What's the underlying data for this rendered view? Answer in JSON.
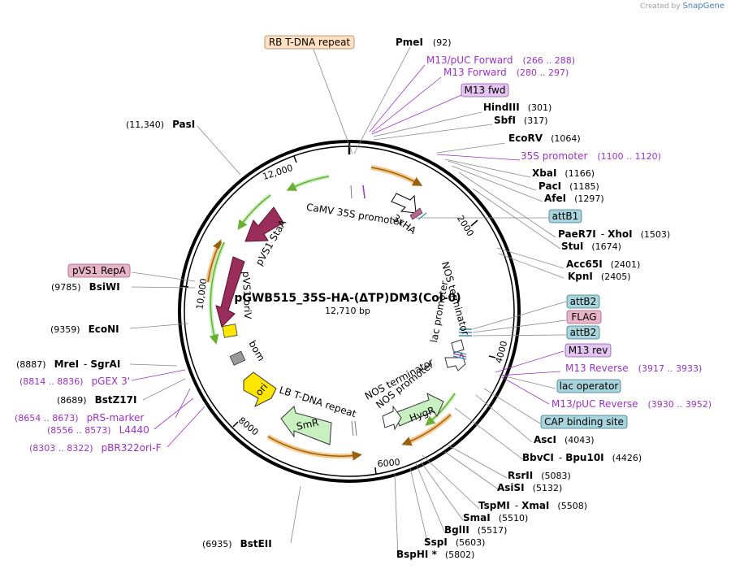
{
  "watermark": {
    "prefix": "Created by",
    "brand": "SnapGene"
  },
  "plasmid": {
    "name": "pGWB515_35S-HA-(ΔTP)DM3(Col-0)",
    "length_label": "12,710 bp",
    "length": 12710
  },
  "ticks": [
    {
      "bp": 2000,
      "label": "2000"
    },
    {
      "bp": 4000,
      "label": "4000"
    },
    {
      "bp": 6000,
      "label": "6000"
    },
    {
      "bp": 8000,
      "label": "8000"
    },
    {
      "bp": 10000,
      "label": "10,000"
    },
    {
      "bp": 12000,
      "label": "12,000"
    }
  ],
  "colors": {
    "enzyme": "#000000",
    "primer": "#9b30c8",
    "misc_box": "#ffe0c0",
    "protein_box": "#e8b4c8",
    "attB_box": "#a8d4dc",
    "primer_box": "#e4c4f0",
    "promoter_arrow": "#ffffff",
    "cds_dark": "#9b2d5a",
    "cds_light": "#c8f0c0",
    "ori": "#ffe600",
    "orange_feature": "#e8a040",
    "green_feature": "#68b030"
  },
  "enzymes": [
    {
      "name": "PmeI",
      "pos": "(92)"
    },
    {
      "name": "HindIII",
      "pos": "(301)"
    },
    {
      "name": "SbfI",
      "pos": "(317)"
    },
    {
      "name": "EcoRV",
      "pos": "(1064)"
    },
    {
      "name": "XbaI",
      "pos": "(1166)"
    },
    {
      "name": "PacI",
      "pos": "(1185)"
    },
    {
      "name": "AfeI",
      "pos": "(1297)"
    },
    {
      "name": "PaeR7I",
      "sep": "-",
      "name2": "XhoI",
      "pos": "(1503)"
    },
    {
      "name": "StuI",
      "pos": "(1674)"
    },
    {
      "name": "Acc65I",
      "pos": "(2401)"
    },
    {
      "name": "KpnI",
      "pos": "(2405)"
    },
    {
      "name": "AscI",
      "pos": "(4043)"
    },
    {
      "name": "BbvCI",
      "sep": "-",
      "name2": "Bpu10I",
      "pos": "(4426)"
    },
    {
      "name": "RsrII",
      "pos": "(5083)"
    },
    {
      "name": "AsiSI",
      "pos": "(5132)"
    },
    {
      "name": "TspMI",
      "sep": "-",
      "name2": "XmaI",
      "pos": "(5508)"
    },
    {
      "name": "SmaI",
      "pos": "(5510)"
    },
    {
      "name": "BglII",
      "pos": "(5517)"
    },
    {
      "name": "SspI",
      "pos": "(5603)"
    },
    {
      "name": "BspHI",
      "suffix": " *",
      "pos": "(5802)"
    },
    {
      "name": "BstEII",
      "pos": "(6935)"
    },
    {
      "name": "PasI",
      "pos": "(11,340)"
    },
    {
      "name": "BsiWI",
      "pos": "(9785)"
    },
    {
      "name": "EcoNI",
      "pos": "(9359)"
    },
    {
      "name": "MreI",
      "sep": "-",
      "name2": "SgrAI",
      "pos": "(8887)"
    },
    {
      "name": "BstZ17I",
      "pos": "(8689)"
    }
  ],
  "primers": [
    {
      "name": "M13/pUC Forward",
      "pos": "(266 .. 288)"
    },
    {
      "name": "M13 Forward",
      "pos": "(280 .. 297)"
    },
    {
      "name": "35S promoter",
      "pos": "(1100 .. 1120)"
    },
    {
      "name": "M13 Reverse",
      "pos": "(3917 .. 3933)"
    },
    {
      "name": "M13/pUC Reverse",
      "pos": "(3930 .. 3952)"
    },
    {
      "name": "pGEX 3'",
      "pos": "(8814 .. 8836)"
    },
    {
      "name": "pRS-marker",
      "pos": "(8654 .. 8673)"
    },
    {
      "name": "L4440",
      "pos": "(8556 .. 8573)"
    },
    {
      "name": "pBR322ori-F",
      "pos": "(8303 .. 8322)"
    }
  ],
  "boxes": [
    {
      "label": "RB T-DNA repeat",
      "kind": "misc"
    },
    {
      "label": "M13 fwd",
      "kind": "primer"
    },
    {
      "label": "attB1",
      "kind": "attB"
    },
    {
      "label": "attB2",
      "kind": "attB"
    },
    {
      "label": "FLAG",
      "kind": "protein"
    },
    {
      "label": "attB2",
      "kind": "attB"
    },
    {
      "label": "M13 rev",
      "kind": "primer"
    },
    {
      "label": "lac operator",
      "kind": "attB"
    },
    {
      "label": "CAP binding site",
      "kind": "attB"
    },
    {
      "label": "pVS1 RepA",
      "kind": "protein"
    }
  ],
  "inner_labels": [
    {
      "label": "CaMV 35S promoter"
    },
    {
      "label": "3xHA"
    },
    {
      "label": "NOS terminator"
    },
    {
      "label": "lac promoter"
    },
    {
      "label": "NOS terminator"
    },
    {
      "label": "NOS promoter"
    },
    {
      "label": "HygR"
    },
    {
      "label": "LB T-DNA repeat"
    },
    {
      "label": "SmR"
    },
    {
      "label": "ori"
    },
    {
      "label": "bom"
    },
    {
      "label": "pVS1 oriV"
    },
    {
      "label": "pVS1 StaA"
    }
  ]
}
